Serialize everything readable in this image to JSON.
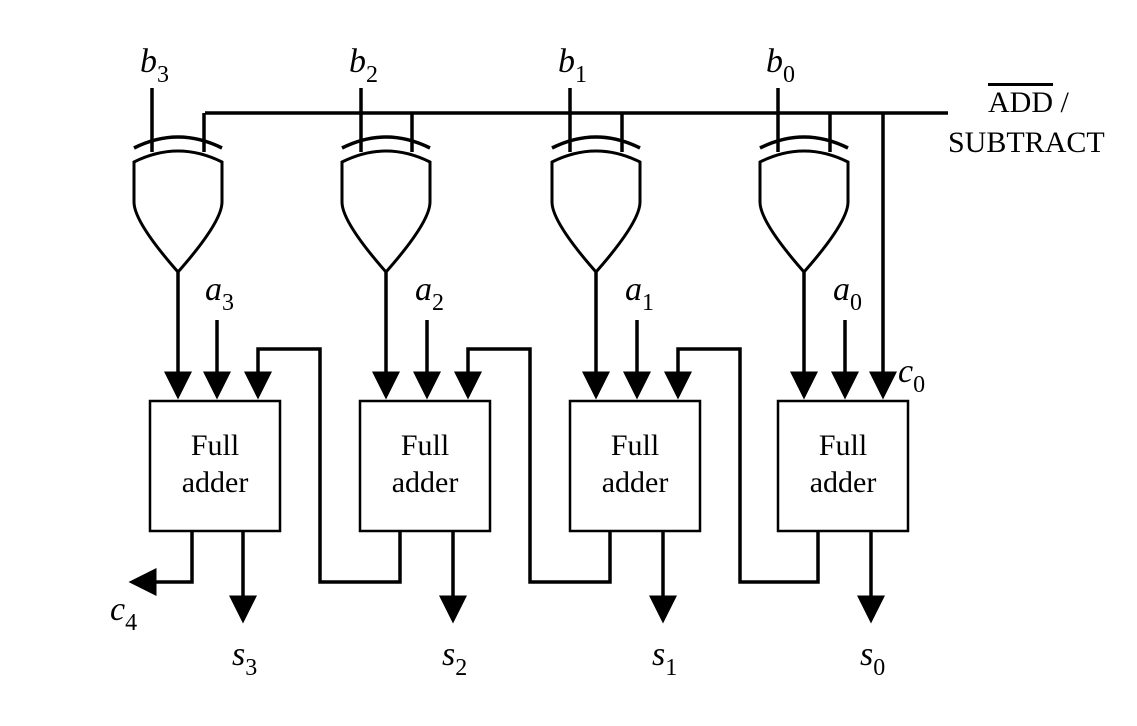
{
  "control": {
    "line1": "ADD",
    "line1_suffix": " /",
    "line2": "SUBTRACT"
  },
  "stages": [
    {
      "b_var": "b",
      "b_sub": "3",
      "a_var": "a",
      "a_sub": "3",
      "s_var": "s",
      "s_sub": "3",
      "adder_line1": "Full",
      "adder_line2": "adder"
    },
    {
      "b_var": "b",
      "b_sub": "2",
      "a_var": "a",
      "a_sub": "2",
      "s_var": "s",
      "s_sub": "2",
      "adder_line1": "Full",
      "adder_line2": "adder"
    },
    {
      "b_var": "b",
      "b_sub": "1",
      "a_var": "a",
      "a_sub": "1",
      "s_var": "s",
      "s_sub": "1",
      "adder_line1": "Full",
      "adder_line2": "adder"
    },
    {
      "b_var": "b",
      "b_sub": "0",
      "a_var": "a",
      "a_sub": "0",
      "s_var": "s",
      "s_sub": "0",
      "adder_line1": "Full",
      "adder_line2": "adder"
    }
  ],
  "carry_in": {
    "var": "c",
    "sub": "0"
  },
  "carry_out": {
    "var": "c",
    "sub": "4"
  }
}
